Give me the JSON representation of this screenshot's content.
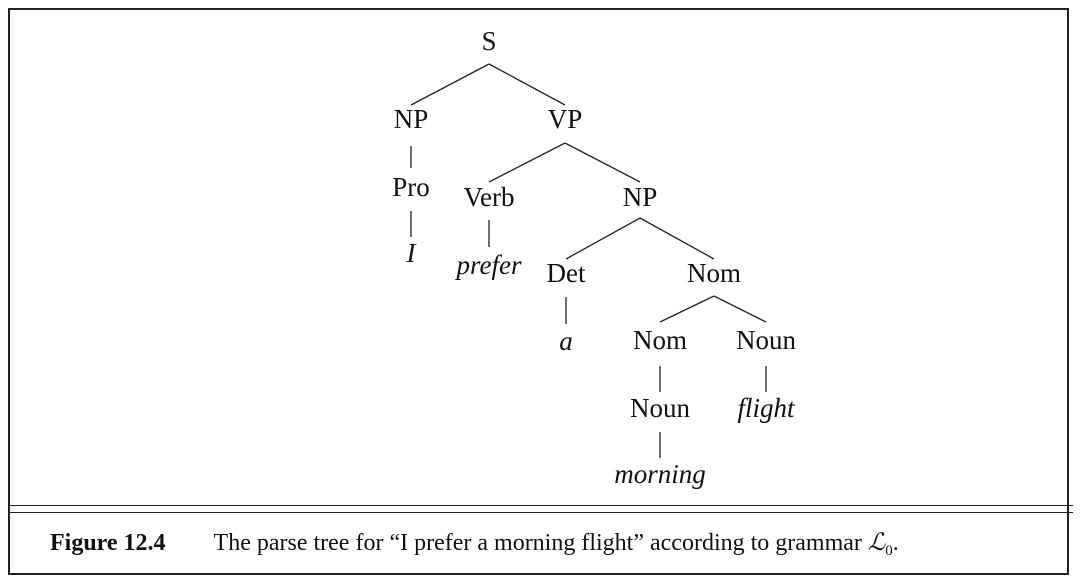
{
  "tree": {
    "nodes": {
      "s": "S",
      "np1": "NP",
      "vp": "VP",
      "pro": "Pro",
      "i": "I",
      "verb": "Verb",
      "prefer": "prefer",
      "np2": "NP",
      "det": "Det",
      "a": "a",
      "nom1": "Nom",
      "nom2": "Nom",
      "noun1": "Noun",
      "noun2": "Noun",
      "morning": "morning",
      "flight": "flight"
    }
  },
  "caption": {
    "figure_label": "Figure 12.4",
    "text": "The parse tree for “I prefer a morning flight” according to grammar ",
    "grammar_symbol": "ℒ",
    "grammar_subscript": "0",
    "end": "."
  }
}
